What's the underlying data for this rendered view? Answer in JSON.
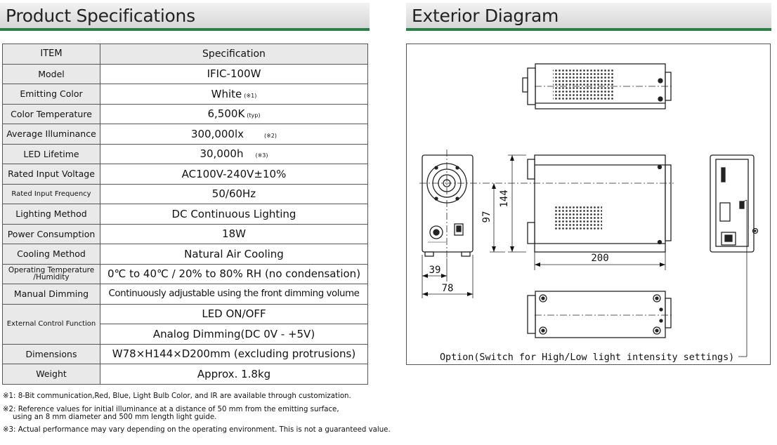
{
  "headers": {
    "left": "Product Specifications",
    "right": "Exterior Diagram"
  },
  "table": {
    "header": {
      "item": "ITEM",
      "spec": "Specification"
    },
    "rows": [
      {
        "key": "Model",
        "value": "IFIC-100W",
        "note": ""
      },
      {
        "key": "Emitting Color",
        "value": "White",
        "note": "(※1)"
      },
      {
        "key": "Color Temperature",
        "value": "6,500K",
        "note": "(typ)"
      },
      {
        "key": "Average Illuminance",
        "value": "300,000lx",
        "note": "(※2)"
      },
      {
        "key": "LED Lifetime",
        "value": "30,000h",
        "note": "(※3)"
      },
      {
        "key": "Rated Input Voltage",
        "value": "AC100V-240V±10%",
        "note": ""
      },
      {
        "key": "Rated Input Frequency",
        "value": "50/60Hz",
        "note": ""
      },
      {
        "key": "Lighting Method",
        "value": "DC Continuous Lighting",
        "note": ""
      },
      {
        "key": "Power Consumption",
        "value": "18W",
        "note": ""
      },
      {
        "key": "Cooling Method",
        "value": "Natural Air Cooling",
        "note": ""
      },
      {
        "key": "Operating Temperature /Humidity",
        "value": "0℃ to 40℃ / 20% to 80% RH (no condensation)",
        "note": ""
      },
      {
        "key": "Manual Dimming",
        "value": "Continuously adjustable using the front dimming volume",
        "note": ""
      },
      {
        "key": "External Control Function",
        "value": "LED ON/OFF",
        "value2": "Analog Dimming(DC 0V - +5V)",
        "note": ""
      },
      {
        "key": "Dimensions",
        "value": "W78×H144×D200mm (excluding protrusions)",
        "note": ""
      },
      {
        "key": "Weight",
        "value": "Approx. 1.8kg",
        "note": ""
      }
    ]
  },
  "notes": {
    "n1": "※1: 8-Bit communication,Red, Blue, Light Bulb Color, and IR are available through customization.",
    "n2a": "※2: Reference values for initial illuminance at a distance of 50 mm from the emitting surface,",
    "n2b": "using an 8 mm diameter and 500 mm length light guide.",
    "n3": "※3: Actual performance may vary depending on the operating environment. This is not a guaranteed value."
  },
  "diagram": {
    "dims": {
      "height_total": "144",
      "height_inner": "97",
      "depth": "200",
      "offset": "39",
      "width": "78"
    },
    "option_label": "Option(Switch for High/Low light intensity settings)"
  }
}
